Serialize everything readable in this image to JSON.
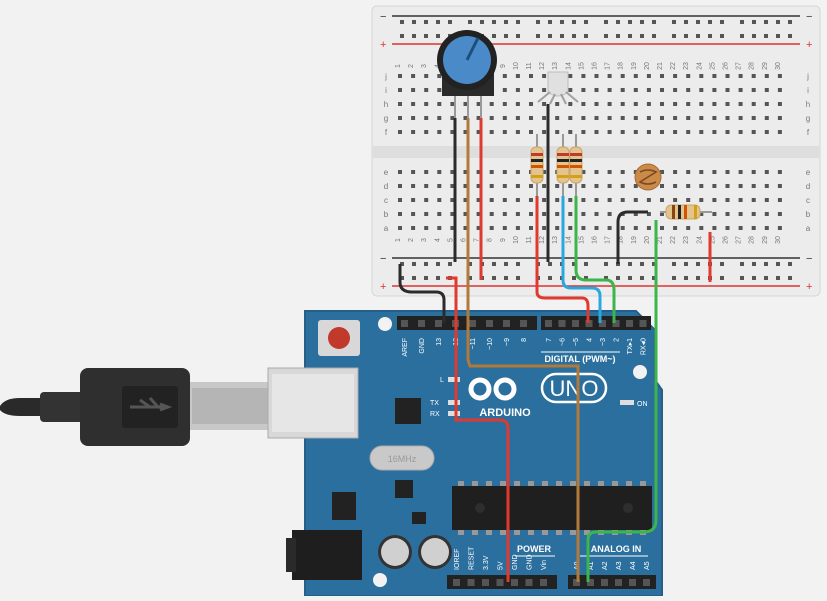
{
  "breadboard": {
    "rail_minus": "−",
    "rail_plus": "+",
    "row_letters_top": [
      "j",
      "i",
      "h",
      "g",
      "f"
    ],
    "row_letters_bottom": [
      "e",
      "d",
      "c",
      "b",
      "a"
    ],
    "column_numbers": [
      "1",
      "2",
      "3",
      "4",
      "5",
      "6",
      "7",
      "8",
      "9",
      "10",
      "11",
      "12",
      "13",
      "14",
      "15",
      "16",
      "17",
      "18",
      "19",
      "20",
      "21",
      "22",
      "23",
      "24",
      "25",
      "26",
      "27",
      "28",
      "29",
      "30"
    ]
  },
  "arduino": {
    "brand": "ARDUINO",
    "model": "UNO",
    "digital_label": "DIGITAL (PWM~)",
    "power_label": "POWER",
    "analog_label": "ANALOG IN",
    "on_label": "ON",
    "led_l": "L",
    "led_tx": "TX",
    "led_rx": "RX",
    "header_left": [
      "AREF",
      "GND",
      "13",
      "12",
      "~11",
      "~10",
      "~9",
      "8"
    ],
    "header_right": [
      "7",
      "~6",
      "~5",
      "4",
      "~3",
      "2",
      "TX▸1",
      "RX◂0"
    ],
    "power_pins": [
      "IOREF",
      "RESET",
      "3.3V",
      "5V",
      "GND",
      "GND",
      "Vin"
    ],
    "analog_pins": [
      "A0",
      "A1",
      "A2",
      "A3",
      "A4",
      "A5"
    ],
    "crystal_label": "16MHz"
  },
  "colors": {
    "board_blue": "#2b6f9e",
    "wire_red": "#e03a2f",
    "wire_black": "#2b2b2b",
    "wire_green": "#3db54a",
    "wire_blue": "#2aa7e0",
    "wire_brown": "#b07a3a"
  }
}
